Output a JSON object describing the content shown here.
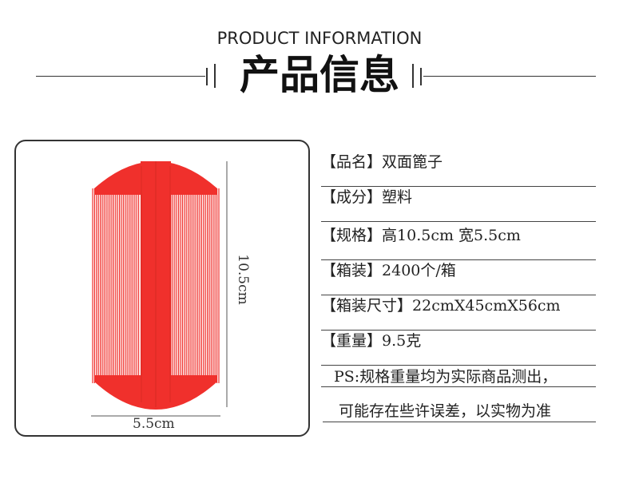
{
  "header": {
    "title_en": "PRODUCT INFORMATION",
    "title_cn": "产品信息"
  },
  "product_image": {
    "height_label": "10.5cm",
    "width_label": "5.5cm",
    "comb_color": "#f0302c",
    "comb_dark_color": "#d62a22"
  },
  "specs": [
    {
      "key": "【品名】",
      "value": "双面篦子"
    },
    {
      "key": "【成分】",
      "value": "塑料"
    },
    {
      "key": "【规格】",
      "value": "高10.5cm 宽5.5cm"
    },
    {
      "key": "【箱装】",
      "value": "2400个/箱"
    },
    {
      "key": "【箱装尺寸】",
      "value": "22cmX45cmX56cm"
    },
    {
      "key": "【重量】",
      "value": "9.5克"
    }
  ],
  "notes": [
    "PS:规格重量均为实际商品测出，",
    "可能存在些许误差，以实物为准"
  ]
}
